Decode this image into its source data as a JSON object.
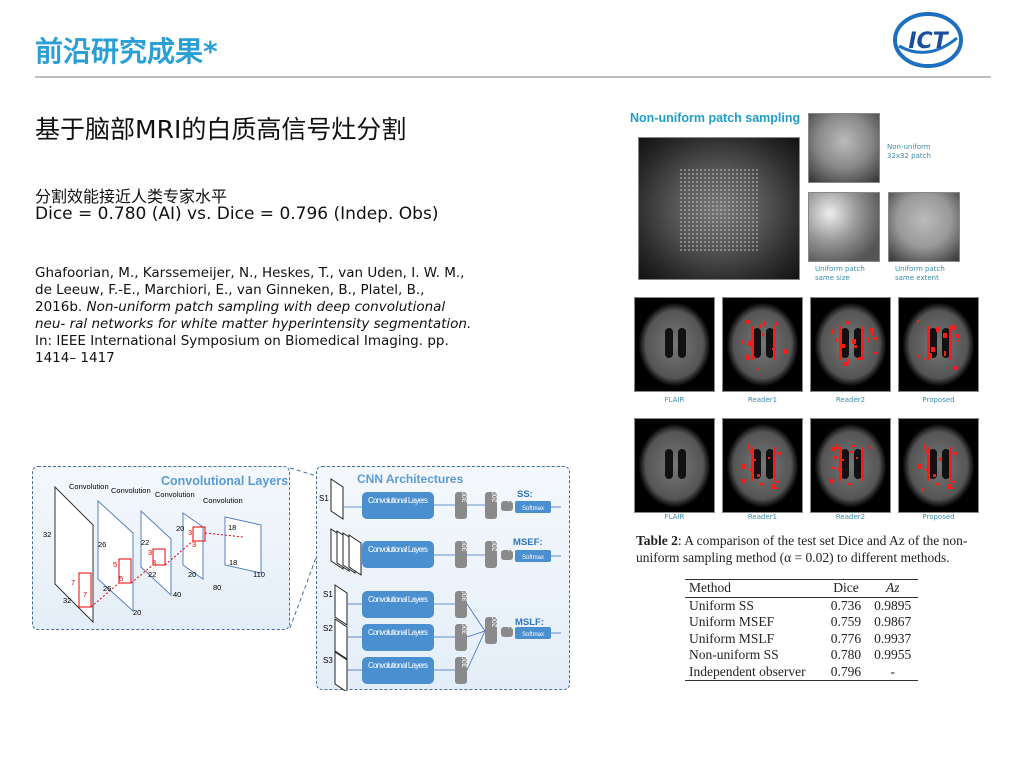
{
  "header": {
    "title": "前沿研究成果*",
    "logo_text": "ICT"
  },
  "main": {
    "subtitle": "基于脑部MRI的白质高信号灶分割",
    "claim": "分割效能接近人类专家水平",
    "dice": "Dice = 0.780 (AI) vs. Dice = 0.796 (Indep. Obs)",
    "reference": {
      "authors": "Ghafoorian, M., Karssemeijer, N., Heskes, T., van Uden, I. W. M., de Leeuw, F.-E., Marchiori, E., van Ginneken, B., Platel, B., 2016b.",
      "title": "Non-uniform patch sampling with deep convolutional neu- ral networks for white matter hyperintensity segmentation.",
      "venue": "In: IEEE International Symposium on Biomedical Imaging. pp. 1414– 1417"
    }
  },
  "diagram": {
    "conv_title": "Convolutional Layers",
    "conv_labels": [
      "Convolution",
      "Convolution",
      "Convolution",
      "Convolution"
    ],
    "dims": [
      "32",
      "32",
      "26",
      "26",
      "20",
      "22",
      "22",
      "20",
      "20",
      "20",
      "80",
      "18",
      "18",
      "110",
      "40"
    ],
    "kernels": [
      "7",
      "7",
      "5",
      "5",
      "3",
      "3",
      "3",
      "3"
    ],
    "cnn_title": "CNN Architectures",
    "block": "Convolutional Layers",
    "fc": [
      "300",
      "200",
      "2"
    ],
    "softmax": "Softmax",
    "archs": [
      "SS:",
      "MSEF:",
      "MSLF:"
    ],
    "scales": [
      "S1",
      "S2",
      "S3"
    ]
  },
  "figure": {
    "label": "Non-uniform patch sampling",
    "patch_labels": [
      "Non-uniform 32x32 patch",
      "Uniform patch same size",
      "Uniform patch same extent"
    ],
    "row1_captions": [
      "FLAIR",
      "Reader1",
      "Reader2",
      "Proposed"
    ],
    "row2_captions": [
      "FLAIR",
      "Reader1",
      "Reader2",
      "Proposed"
    ]
  },
  "table": {
    "caption_bold": "Table 2",
    "caption": ": A comparison of the test set Dice and Az of the non-uniform sampling method (α = 0.02) to different methods.",
    "headers": [
      "Method",
      "Dice",
      "Az"
    ],
    "rows": [
      [
        "Uniform SS",
        "0.736",
        "0.9895"
      ],
      [
        "Uniform MSEF",
        "0.759",
        "0.9867"
      ],
      [
        "Uniform MSLF",
        "0.776",
        "0.9937"
      ],
      [
        "Non-uniform SS",
        "0.780",
        "0.9955"
      ],
      [
        "Independent observer",
        "0.796",
        "-"
      ]
    ]
  },
  "colors": {
    "accent": "#2a9fd6",
    "block": "#4a8fd0",
    "lesion": "#ff1a1a"
  }
}
